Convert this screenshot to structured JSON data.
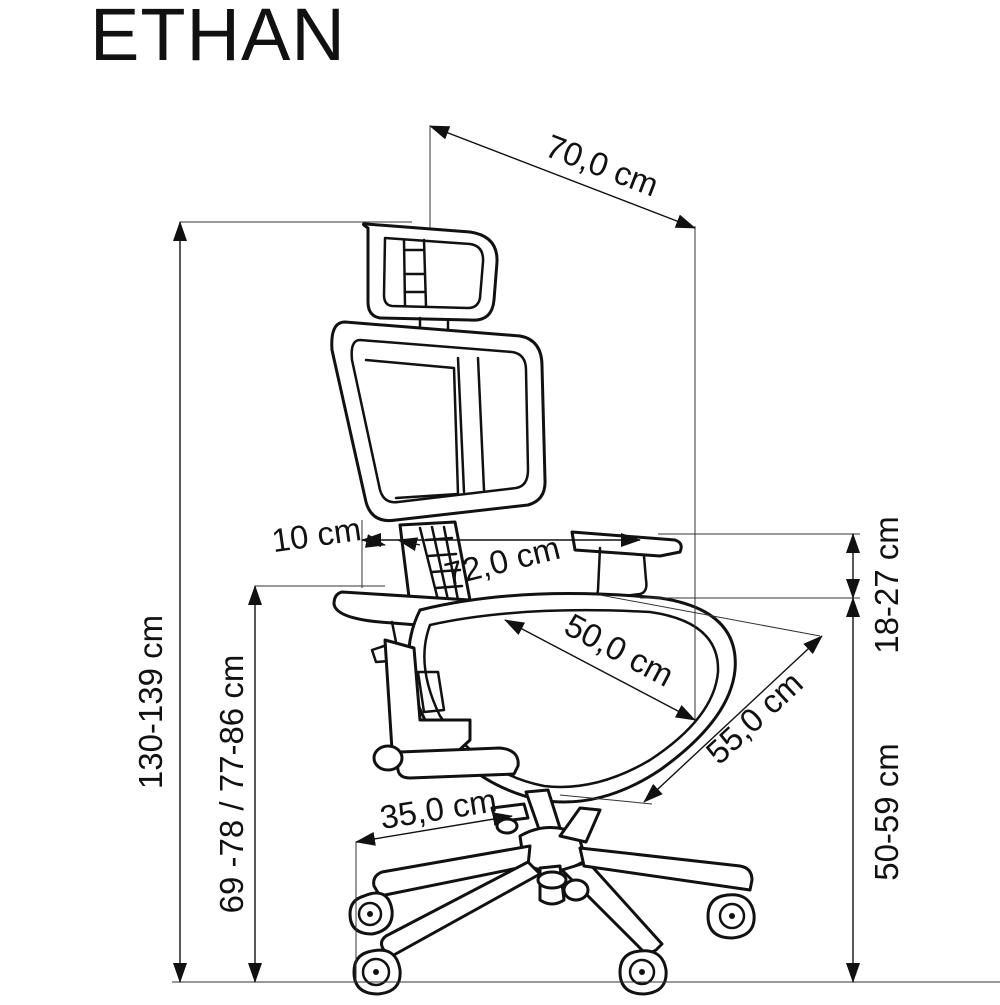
{
  "title": "ETHAN",
  "dimensions": {
    "total_height": "130-139 cm",
    "backrest_heights": "69 -78 / 77-86 cm",
    "depth_top": "70,0 cm",
    "width_armrests": "72,0 cm",
    "seat_width": "50,0 cm",
    "seat_depth": "55,0 cm",
    "base_radius": "35,0 cm",
    "lumbar": "10 cm",
    "armrest_height": "18-27 cm",
    "seat_height": "50-59 cm"
  }
}
